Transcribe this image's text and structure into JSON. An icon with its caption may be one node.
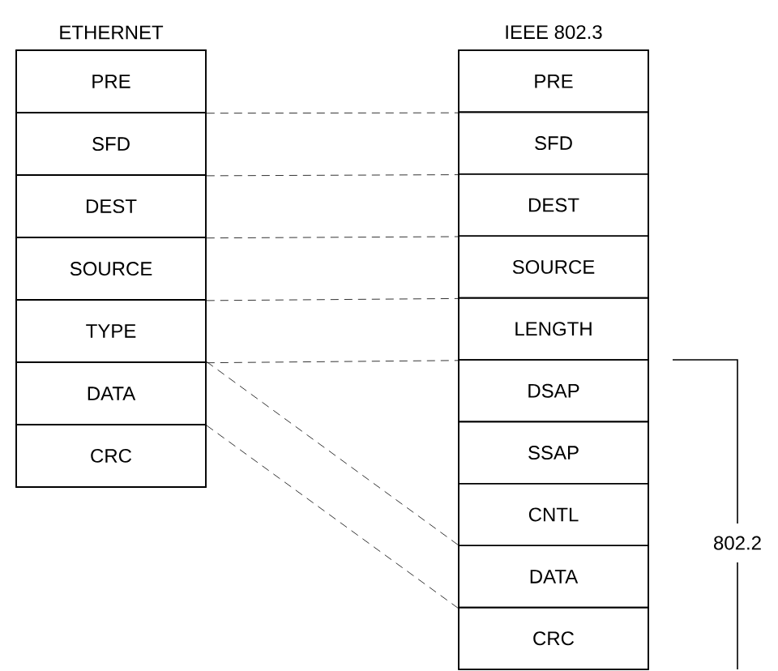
{
  "diagram": {
    "nodes": [
      {
        "text": [
          "ETHERNET"
        ]
      },
      {
        "text": [
          "PRE"
        ],
        "in": 0
      },
      {
        "text": [
          "SFD"
        ],
        "in": 0
      },
      {
        "text": [
          "DEST"
        ],
        "in": 0
      },
      {
        "text": [
          "SOURCE"
        ],
        "in": 0
      },
      {
        "text": [
          "TYPE"
        ],
        "in": 0
      },
      {
        "text": [
          "DATA"
        ],
        "in": 0
      },
      {
        "text": [
          "CRC"
        ],
        "in": 0
      },
      {
        "text": [
          "IEEE 802.3"
        ]
      },
      {
        "text": [
          "PRE"
        ],
        "in": 8
      },
      {
        "text": [
          "SFD"
        ],
        "in": 8
      },
      {
        "text": [
          "DEST"
        ],
        "in": 8
      },
      {
        "text": [
          "SOURCE"
        ],
        "in": 8
      },
      {
        "text": [
          "LENGTH"
        ],
        "in": 8
      },
      {
        "text": [
          "DSAP"
        ],
        "in": 8
      },
      {
        "text": [
          "SSAP"
        ],
        "in": 8
      },
      {
        "text": [
          "CNTL"
        ],
        "in": 8
      },
      {
        "text": [
          "DATA"
        ],
        "in": 8
      },
      {
        "text": [
          "CRC"
        ],
        "in": 8
      }
    ],
    "edges": [
      {
        "from": 1,
        "to": 9,
        "arrow": "none",
        "style": "dashed"
      },
      {
        "from": 2,
        "to": 10,
        "arrow": "none",
        "style": "dashed"
      },
      {
        "from": 3,
        "to": 11,
        "arrow": "none",
        "style": "dashed"
      },
      {
        "from": 4,
        "to": 12,
        "arrow": "none",
        "style": "dashed"
      },
      {
        "from": 5,
        "to": 13,
        "arrow": "none",
        "style": "dashed"
      },
      {
        "from": 6,
        "to": 17,
        "arrow": "none",
        "style": "dashed"
      },
      {
        "from": 6,
        "to": 17,
        "arrow": "none",
        "style": "dashed"
      }
    ],
    "labels": [
      "802.2"
    ]
  }
}
